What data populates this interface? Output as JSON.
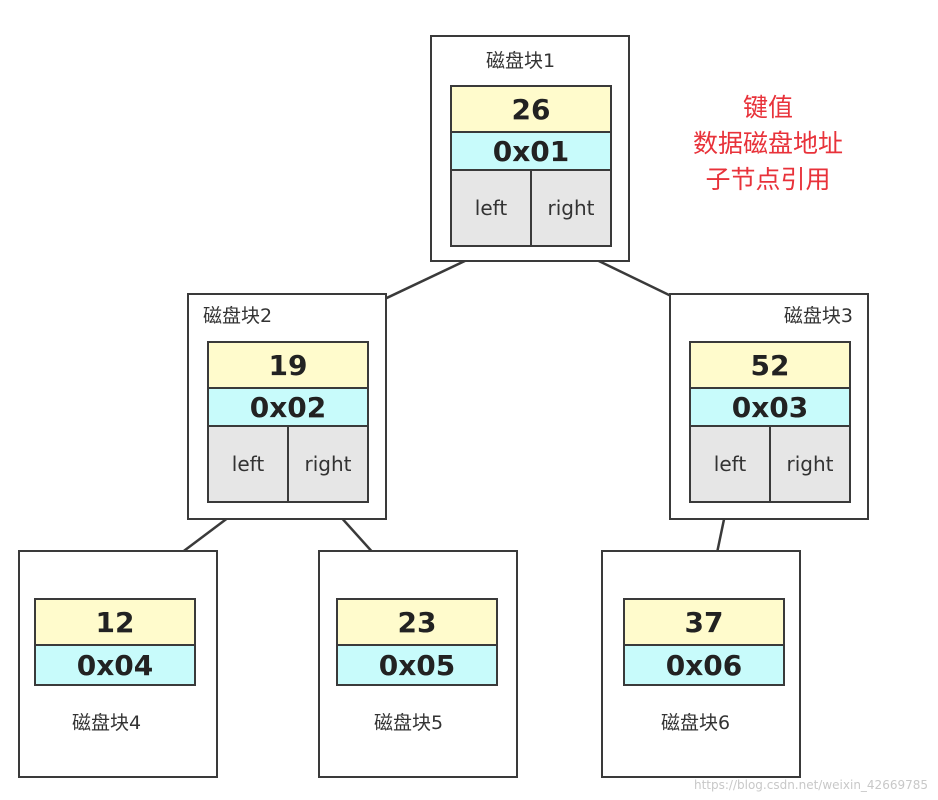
{
  "legend": [
    "键值",
    "数据磁盘地址",
    "子节点引用"
  ],
  "child_labels": {
    "left": "left",
    "right": "right"
  },
  "blocks": [
    {
      "title": "磁盘块1",
      "key": "26",
      "addr": "0x01"
    },
    {
      "title": "磁盘块2",
      "key": "19",
      "addr": "0x02"
    },
    {
      "title": "磁盘块3",
      "key": "52",
      "addr": "0x03"
    },
    {
      "title": "磁盘块4",
      "key": "12",
      "addr": "0x04"
    },
    {
      "title": "磁盘块5",
      "key": "23",
      "addr": "0x05"
    },
    {
      "title": "磁盘块6",
      "key": "37",
      "addr": "0x06"
    }
  ],
  "watermark": "https://blog.csdn.net/weixin_42669785",
  "colors": {
    "key_fill": "#fffbcc",
    "addr_fill": "#c8fbfb",
    "children_fill": "#e6e6e6",
    "legend_text": "#e8323a",
    "border": "#3a3a3a"
  }
}
